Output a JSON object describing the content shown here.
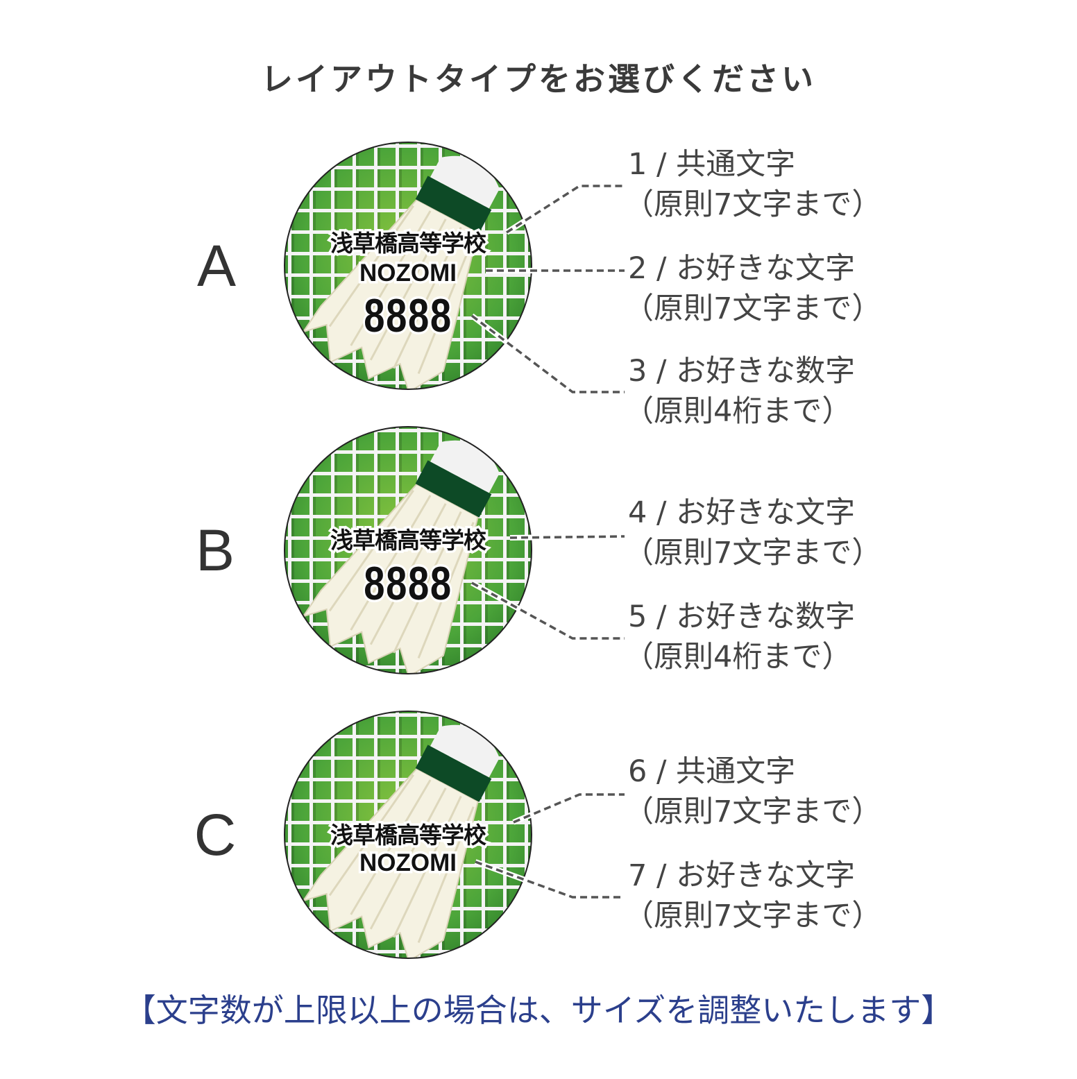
{
  "title": "レイアウトタイプをお選びください",
  "badge_text": {
    "school": "浅草橋高等学校",
    "name": "NOZOMI",
    "number": "8888"
  },
  "layouts": [
    {
      "letter": "A",
      "fields": [
        {
          "label": "1 / 共通文字",
          "note": "（原則7文字まで）"
        },
        {
          "label": "2 / お好きな文字",
          "note": "（原則7文字まで）"
        },
        {
          "label": "3 / お好きな数字",
          "note": "（原則4桁まで）"
        }
      ]
    },
    {
      "letter": "B",
      "fields": [
        {
          "label": "4 / お好きな文字",
          "note": "（原則7文字まで）"
        },
        {
          "label": "5 / お好きな数字",
          "note": "（原則4桁まで）"
        }
      ]
    },
    {
      "letter": "C",
      "fields": [
        {
          "label": "6 / 共通文字",
          "note": "（原則7文字まで）"
        },
        {
          "label": "7 / お好きな文字",
          "note": "（原則7文字まで）"
        }
      ]
    }
  ],
  "footer": "【文字数が上限以上の場合は、サイズを調整いたします】",
  "colors": {
    "title": "#3a3a3a",
    "footer": "#2b3f8c",
    "green": "#3f9a2e",
    "band": "#0d4a26"
  }
}
